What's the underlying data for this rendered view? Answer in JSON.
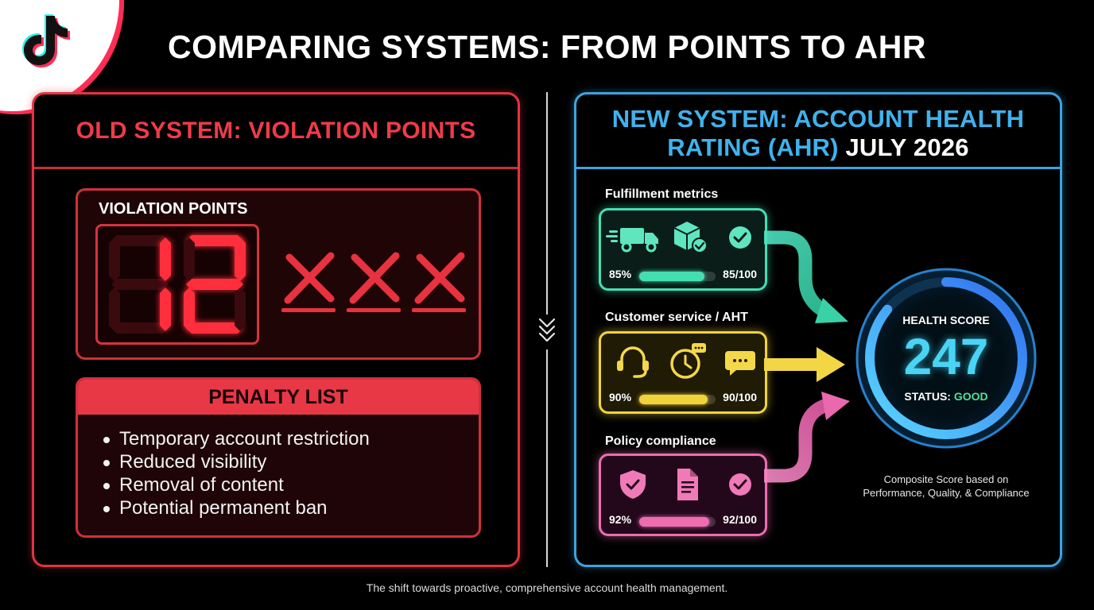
{
  "header": {
    "logo_icon": "tiktok-logo-icon",
    "title": "COMPARING SYSTEMS: FROM POINTS TO AHR"
  },
  "old_system": {
    "title": "OLD SYSTEM: VIOLATION POINTS",
    "violation_label": "VIOLATION POINTS",
    "points": "12",
    "strike_count": 3,
    "accent": "#e2343f",
    "penalty": {
      "title": "PENALTY LIST",
      "items": [
        "Temporary account restriction",
        "Reduced visibility",
        "Removal of content",
        "Potential permanent ban"
      ]
    }
  },
  "new_system": {
    "title_main": "NEW SYSTEM: ACCOUNT HEALTH RATING (AHR)",
    "title_date": "JULY 2026",
    "accent": "#3ea3e0",
    "metrics": [
      {
        "label": "Fulfillment metrics",
        "icons": [
          "delivery-truck-icon",
          "package-check-icon",
          "check-circle-icon"
        ],
        "percent_text": "85%",
        "percent": 85,
        "score_text": "85/100",
        "color": "#44dfb1"
      },
      {
        "label": "Customer service / AHT",
        "icons": [
          "headset-icon",
          "clock-chat-icon",
          "chat-bubble-icon"
        ],
        "percent_text": "90%",
        "percent": 90,
        "score_text": "90/100",
        "color": "#f0d33c"
      },
      {
        "label": "Policy compliance",
        "icons": [
          "shield-check-icon",
          "document-icon",
          "check-circle-icon"
        ],
        "percent_text": "92%",
        "percent": 92,
        "score_text": "92/100",
        "color": "#ee6cb0"
      }
    ],
    "health": {
      "label": "HEALTH SCORE",
      "value": "247",
      "status_label": "STATUS: ",
      "status_value": "GOOD",
      "status_color": "#4ee39b"
    },
    "composite_line1": "Composite Score based on",
    "composite_line2": "Performance, Quality, & Compliance"
  },
  "footer": {
    "text": "The shift towards proactive, comprehensive account health management."
  }
}
